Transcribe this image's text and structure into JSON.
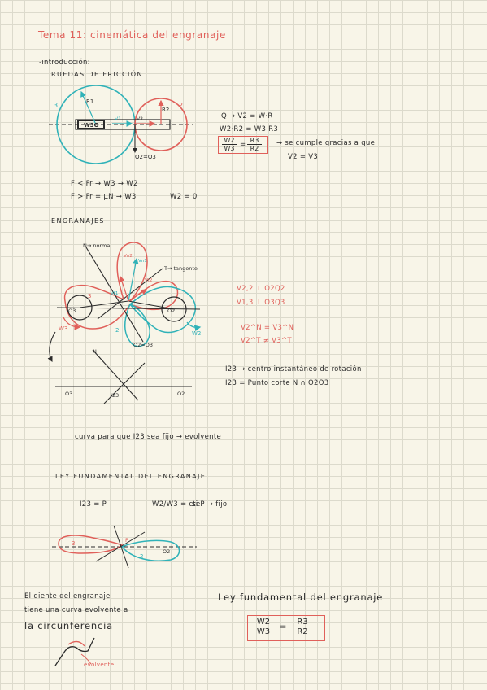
{
  "page": {
    "title": "Tema 11: cinemática del engranaje",
    "intro": {
      "heading": "-introducción:",
      "subheading": "RUEDAS DE FRICCIÓN",
      "fig_labels": {
        "r1": "R1",
        "r2": "R2",
        "n1": "3",
        "n2": "2",
        "link": "W3O",
        "v1": "V1",
        "v2": "V2",
        "contact": "Q2=Q3"
      },
      "eq1": "Q → V2 = W·R",
      "eq2": "W2·R2 = W3·R3",
      "frac_num": "W2",
      "frac_den": "W3",
      "frac_eq": "=",
      "frac_rnum": "R3",
      "frac_rden": "R2",
      "note": "→ se cumple gracias a que",
      "note2": "V2 = V3",
      "fr1": "F < Fr  →  W3 → W2",
      "fr2": "F > Fr = μN  → W3",
      "fr2b": "W2 = 0"
    },
    "gears": {
      "heading": "ENGRANAJES",
      "fig_labels": {
        "normal": "N→ normal",
        "tangent": "T→ tangente",
        "vn2": "Vn2",
        "vt2": "Vt2",
        "vn1": "Vn1",
        "vt1": "Vt1",
        "o3": "O3",
        "o2": "O2",
        "w3": "W3",
        "w2": "W2",
        "n3": "3",
        "n2": "2",
        "o": "O2=O3",
        "n": "N",
        "o3b": "O3",
        "i23": "I23",
        "o2b": "O2"
      },
      "eq1": "V2,2 ⊥ O2Q2",
      "eq2": "V1,3 ⊥ O3Q3",
      "eq3": "V2^N = V3^N",
      "eq4": "V2^T ≠ V3^T",
      "i1": "I23 → centro instantáneo de rotación",
      "i2": "I23 = Punto corte   N ∩ O2O3",
      "curve": "curva para que I23 sea fijo  →  evolvente"
    },
    "law": {
      "heading": "LEY FUNDAMENTAL DEL ENGRANAJE",
      "i23p": "I23 = P",
      "ratio": "W2/W3 = cte",
      "si": "si   P → fijo",
      "fig_labels": {
        "n3": "3",
        "n2": "2",
        "o2": "O2",
        "p": "P"
      }
    },
    "tooth": {
      "l1": "El diente del engranaje",
      "l2": "tiene una curva evolvente a",
      "l3": "la circunferencia",
      "evolvente": "evolvente"
    },
    "summary": {
      "title": "Ley fundamental del engranaje",
      "num": "W2",
      "den": "W3",
      "eq": "=",
      "rnum": "R3",
      "rden": "R2"
    }
  }
}
